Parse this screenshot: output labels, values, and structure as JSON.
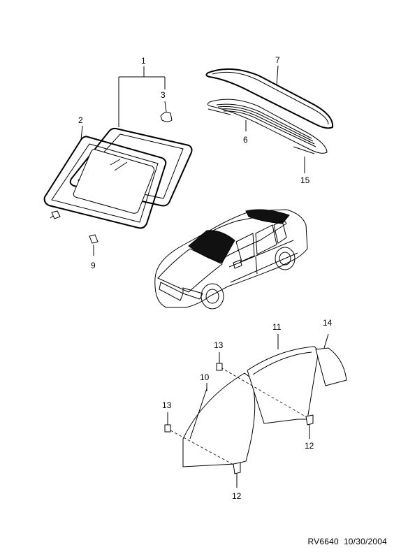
{
  "callouts": {
    "c1": "1",
    "c2": "2",
    "c3": "3",
    "c6": "6",
    "c7": "7",
    "c9": "9",
    "c10": "10",
    "c11": "11",
    "c12a": "12",
    "c12b": "12",
    "c13a": "13",
    "c13b": "13",
    "c14": "14",
    "c15": "15"
  },
  "caption": {
    "code": "RV6640",
    "date": "10/30/2004"
  }
}
